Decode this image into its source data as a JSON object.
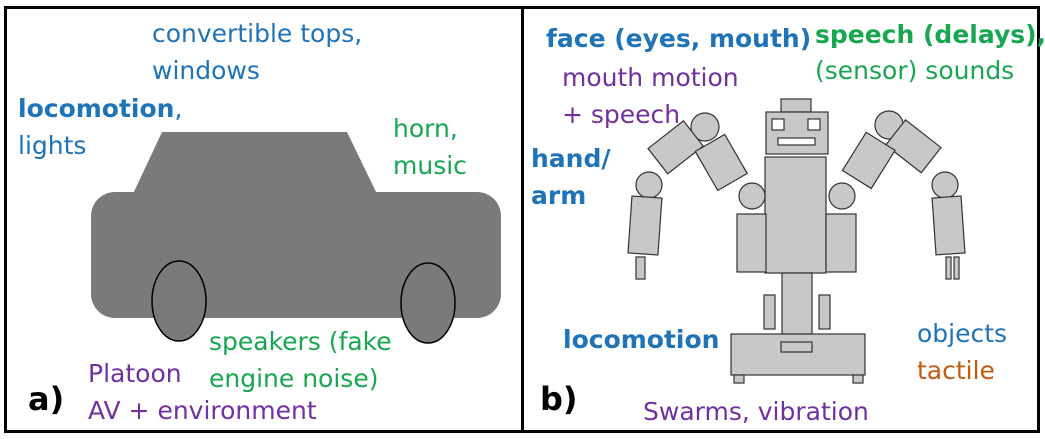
{
  "panel_a": {
    "panel_label": "a)",
    "convertible": [
      "convertible tops,",
      "windows"
    ],
    "locomotion": "locomotion",
    "locomotion_comma": ",",
    "lights": "lights",
    "horn": [
      "horn,",
      "music"
    ],
    "speakers": [
      "speakers (fake",
      "engine noise)"
    ],
    "platoon": [
      "Platoon",
      "AV + environment"
    ]
  },
  "panel_b": {
    "panel_label": "b)",
    "face": "face (eyes, mouth)",
    "mouth_motion": [
      "mouth motion",
      "+ speech"
    ],
    "speech": "speech (delays),",
    "sensor_sounds": "(sensor) sounds",
    "hand_arm": [
      "hand/",
      "arm"
    ],
    "locomotion": "locomotion",
    "objects": "objects",
    "tactile": "tactile",
    "swarms": "Swarms, vibration"
  },
  "colors": {
    "blue": "#1f73b7",
    "green": "#18a650",
    "purple": "#7030a0",
    "orange": "#c55a11",
    "car_gray": "#7a7a7a",
    "robot_gray": "#c8c8c8"
  }
}
